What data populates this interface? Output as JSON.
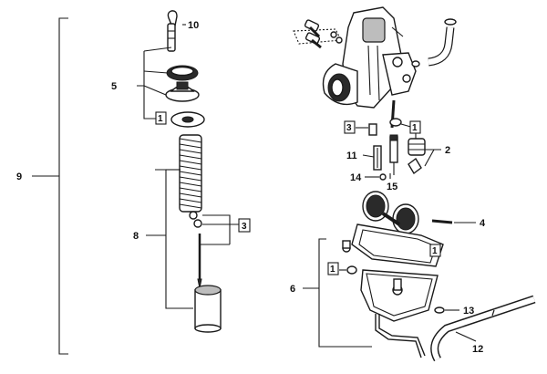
{
  "callouts": {
    "c1": "1",
    "c2": "2",
    "c3": "3",
    "c4": "4",
    "c5": "5",
    "c6": "6",
    "c8": "8",
    "c9": "9",
    "c10": "10",
    "c11": "11",
    "c12": "12",
    "c13": "13",
    "c14": "14",
    "c15": "15"
  }
}
